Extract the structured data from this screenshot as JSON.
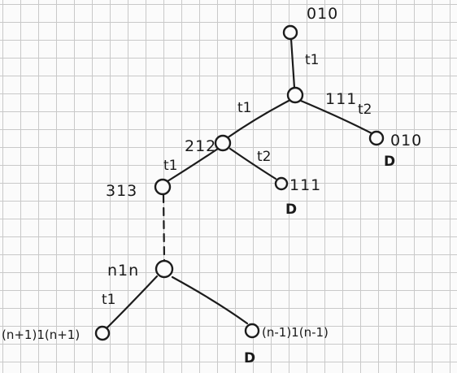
{
  "diagram": {
    "nodes": {
      "root": {
        "state": "010"
      },
      "n111": {
        "state": "111"
      },
      "n212": {
        "state": "212"
      },
      "n010b": {
        "state": "010",
        "mark": "D"
      },
      "n313": {
        "state": "313"
      },
      "n111b": {
        "state": "111",
        "mark": "D"
      },
      "n1n": {
        "state": "n1n"
      },
      "nLeft": {
        "state": "(n+1)1(n+1)"
      },
      "nRight": {
        "state": "(n-1)1(n-1)",
        "mark": "D"
      }
    },
    "edges": {
      "root_111": "t1",
      "e111_212": "t1",
      "e111_010": "t2",
      "e212_313": "t1",
      "e212_111": "t2",
      "e1n_left": "t1"
    }
  }
}
